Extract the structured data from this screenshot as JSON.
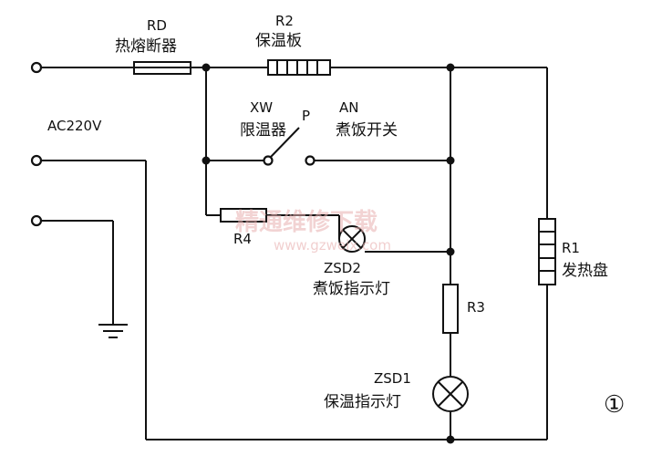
{
  "labels": {
    "rd_code": "RD",
    "rd_name": "热熔断器",
    "r2_code": "R2",
    "r2_name": "保温板",
    "xw_code": "XW",
    "xw_name": "限温器",
    "p_label": "P",
    "an_code": "AN",
    "an_name": "煮饭开关",
    "ac_label": "AC220V",
    "r4_code": "R4",
    "zsd2_code": "ZSD2",
    "zsd2_name": "煮饭指示灯",
    "r3_code": "R3",
    "r1_code": "R1",
    "r1_name": "发热盘",
    "zsd1_code": "ZSD1",
    "zsd1_name": "保温指示灯",
    "figure_number": "①"
  },
  "watermark": {
    "text": "精通维修下载",
    "url": "www.gzweix.com"
  },
  "colors": {
    "ink": "#111111",
    "watermark": "#e8b0b0"
  }
}
